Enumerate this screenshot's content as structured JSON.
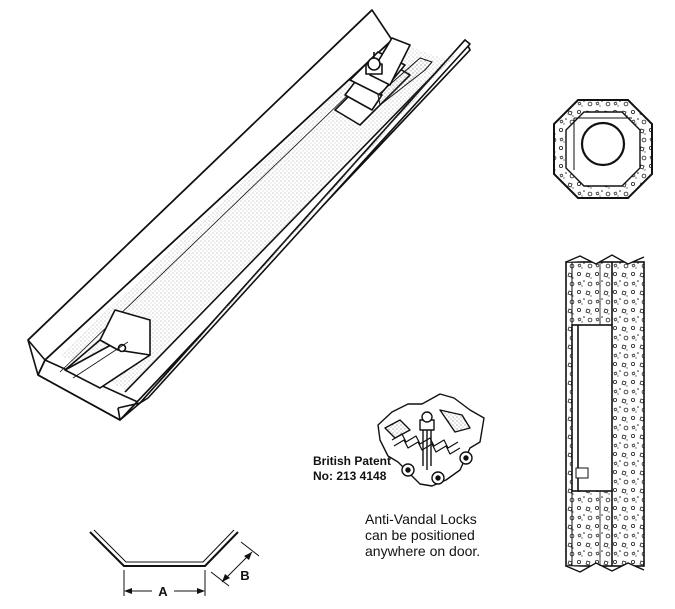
{
  "patent": {
    "line1": "British Patent",
    "line2": "No: 213 4148"
  },
  "locks": {
    "line1": "Anti-Vandal Locks",
    "line2": "can be positioned",
    "line3": "anywhere on door."
  },
  "dimensions": {
    "a": "A",
    "b": "B"
  },
  "colors": {
    "ink": "#111111",
    "paper": "#ffffff",
    "shade": "#888888"
  }
}
